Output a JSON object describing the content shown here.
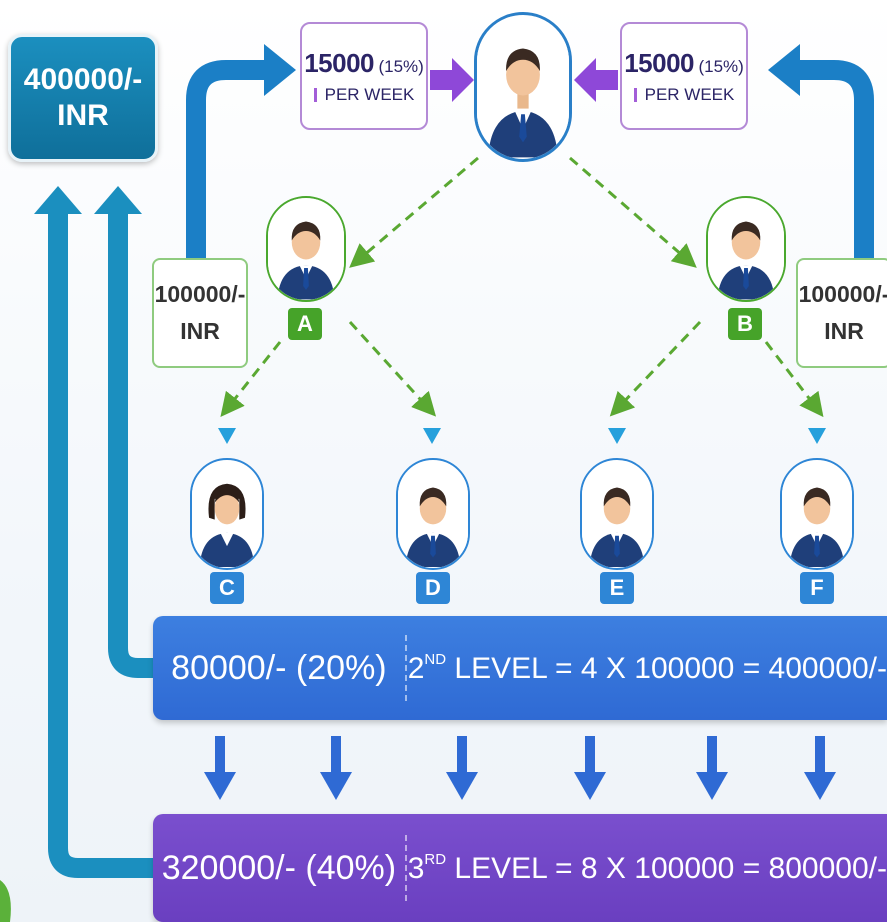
{
  "colors": {
    "teal": "#1a8fbf",
    "purple": "#8e48d8",
    "green": "#46a329",
    "blue": "#2e86d6",
    "bar_blue": "#3d7fe0",
    "bar_purple": "#6f45c8"
  },
  "total": {
    "line1": "400000/-",
    "line2": "INR"
  },
  "weekly_left": {
    "amount": "15000",
    "percent": "(15%)",
    "period": "PER WEEK"
  },
  "weekly_right": {
    "amount": "15000",
    "percent": "(15%)",
    "period": "PER WEEK"
  },
  "inr_left": {
    "line1": "100000/-",
    "line2": "INR"
  },
  "inr_right": {
    "line1": "100000/-",
    "line2": "INR"
  },
  "nodes": {
    "top": {
      "icon": "businessman-icon"
    },
    "level1": [
      {
        "label": "A",
        "icon": "businessman-icon"
      },
      {
        "label": "B",
        "icon": "businessman-icon"
      }
    ],
    "level2": [
      {
        "label": "C",
        "icon": "businesswoman-icon"
      },
      {
        "label": "D",
        "icon": "businessman-icon"
      },
      {
        "label": "E",
        "icon": "businessman-icon"
      },
      {
        "label": "F",
        "icon": "businessman-icon"
      }
    ]
  },
  "level2_bar": {
    "commission": "80000/- (20%)",
    "ordinal": "2",
    "suffix": "ND",
    "formula": "LEVEL = 4 X 100000 = 400000/-"
  },
  "level3_bar": {
    "commission": "320000/- (40%)",
    "ordinal": "3",
    "suffix": "RD",
    "formula": "LEVEL = 8 X 100000 = 800000/-"
  }
}
